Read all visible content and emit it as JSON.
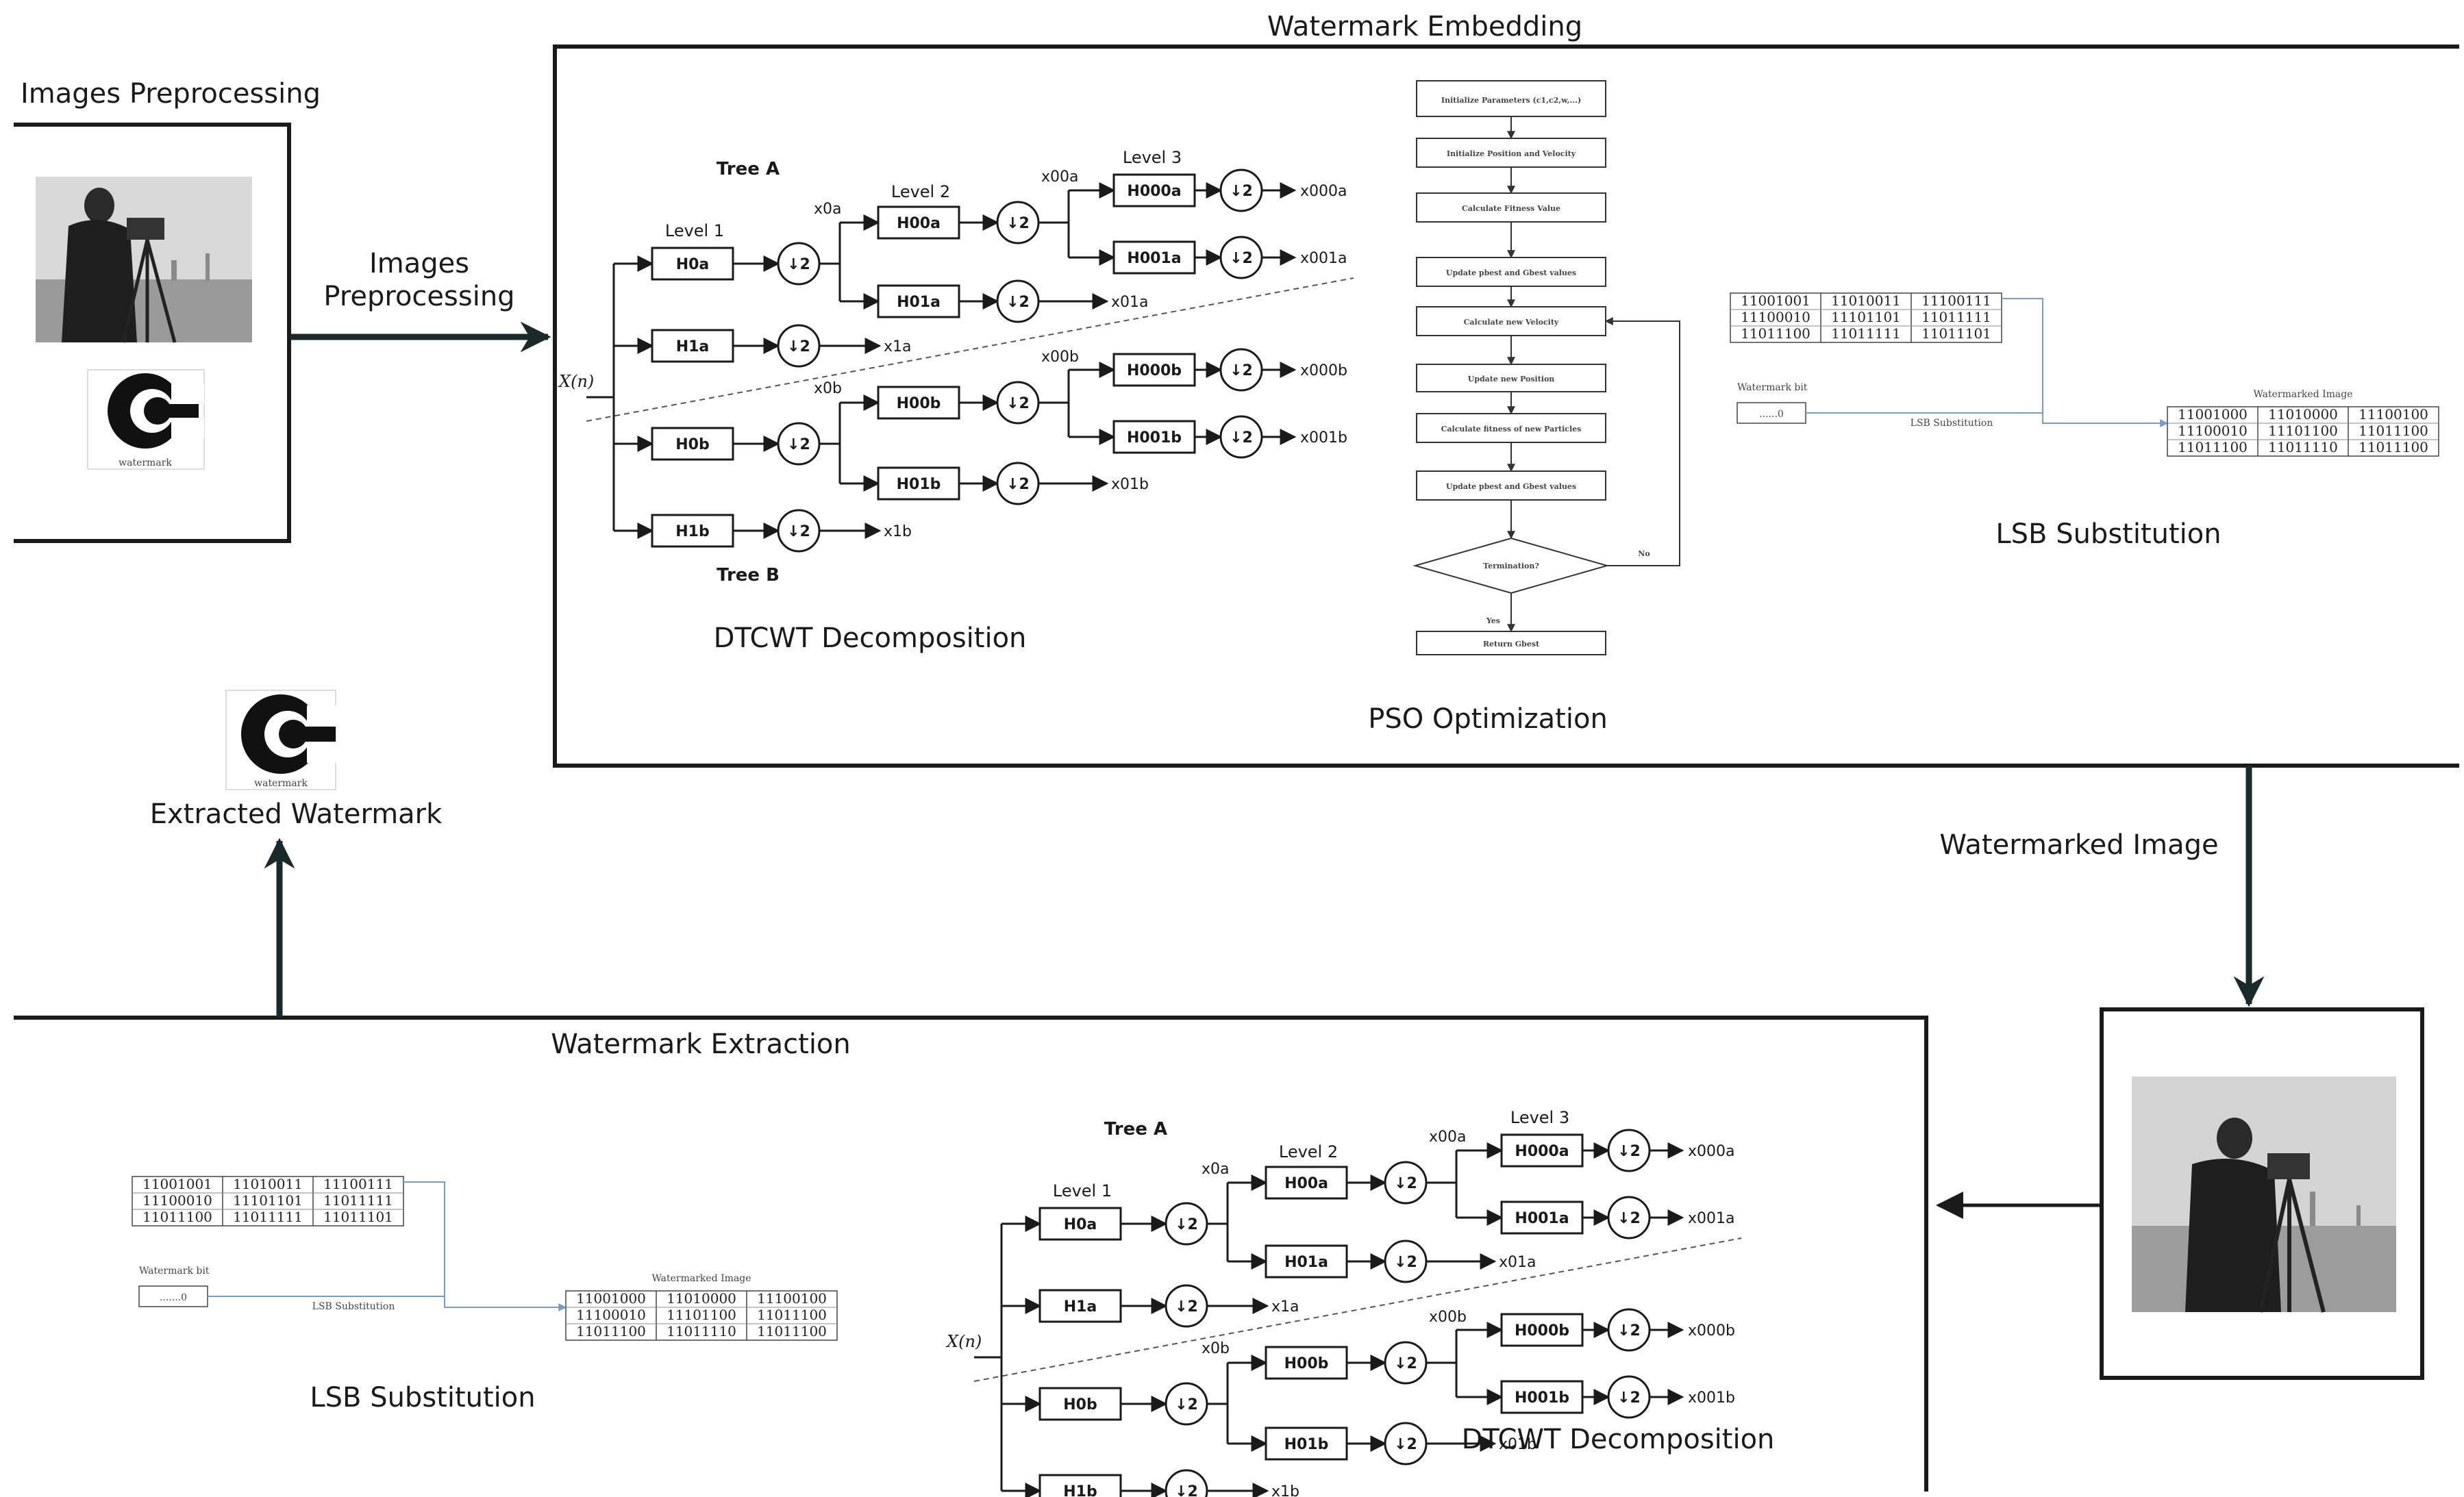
{
  "sections": {
    "embedding_title": "Watermark Embedding",
    "preprocessing_title": "Images  Preprocessing",
    "preprocessing_arrow_label": [
      "Images",
      "Preprocessing"
    ],
    "watermark_logo_caption": "watermark",
    "extracted_caption": "Extracted Watermark",
    "watermarked_image_label": "Watermarked Image",
    "extraction_title": "Watermark Extraction",
    "dtcwt_label": "DTCWT Decomposition",
    "pso_label": "PSO Optimization",
    "lsb_label": "LSB Substitution"
  },
  "dtcwt": {
    "tree_a": "Tree A",
    "tree_b": "Tree B",
    "input": "X(n)",
    "levels": [
      "Level 1",
      "Level 2",
      "Level 3"
    ],
    "down": "↓2",
    "boxes": {
      "h0a": "H0a",
      "h1a": "H1a",
      "h00a": "H00a",
      "h01a": "H01a",
      "h000a": "H000a",
      "h001a": "H001a",
      "h0b": "H0b",
      "h1b": "H1b",
      "h00b": "H00b",
      "h01b": "H01b",
      "h000b": "H000b",
      "h001b": "H001b"
    },
    "outputs": {
      "x0a": "x0a",
      "x00a": "x00a",
      "x000a": "x000a",
      "x001a": "x001a",
      "x01a": "x01a",
      "x1a": "x1a",
      "x0b": "x0b",
      "x00b": "x00b",
      "x000b": "x000b",
      "x001b": "x001b",
      "x01b": "x01b",
      "x1b": "x1b"
    }
  },
  "pso_flow": {
    "steps": [
      "Initialize Parameters (c1,c2,w,...)",
      "Initialize Position and Velocity",
      "Calculate Fitness Value",
      "Update pbest and Gbest values",
      "Calculate new Velocity",
      "Update new Position",
      "Calculate fitness of new Particles",
      "Update pbest and Gbest values",
      "Termination?",
      "Return Gbest"
    ],
    "yes": "Yes",
    "no": "No"
  },
  "lsb_embed": {
    "bits": [
      [
        "11001001",
        "11010011",
        "11100111"
      ],
      [
        "11100010",
        "11101101",
        "11011111"
      ],
      [
        "11011100",
        "11011111",
        "11011101"
      ]
    ],
    "watermark_bit_label": "Watermark bit",
    "watermark_bit_value": "......0",
    "substitution_label": "LSB Substitution",
    "result_label": "Watermarked Image",
    "result_bits": [
      [
        "11001000",
        "11010000",
        "11100100"
      ],
      [
        "11100010",
        "11101100",
        "11011100"
      ],
      [
        "11011100",
        "11011110",
        "11011100"
      ]
    ]
  },
  "lsb_extract": {
    "bits": [
      [
        "11001001",
        "11010011",
        "11100111"
      ],
      [
        "11100010",
        "11101101",
        "11011111"
      ],
      [
        "11011100",
        "11011111",
        "11011101"
      ]
    ],
    "watermark_bit_label": "Watermark bit",
    "watermark_bit_value": ".......0",
    "substitution_label": "LSB Substitution",
    "result_label": "Watermarked Image",
    "result_bits": [
      [
        "11001000",
        "11010000",
        "11100100"
      ],
      [
        "11100010",
        "11101100",
        "11011100"
      ],
      [
        "11011100",
        "11011110",
        "11011100"
      ]
    ]
  }
}
